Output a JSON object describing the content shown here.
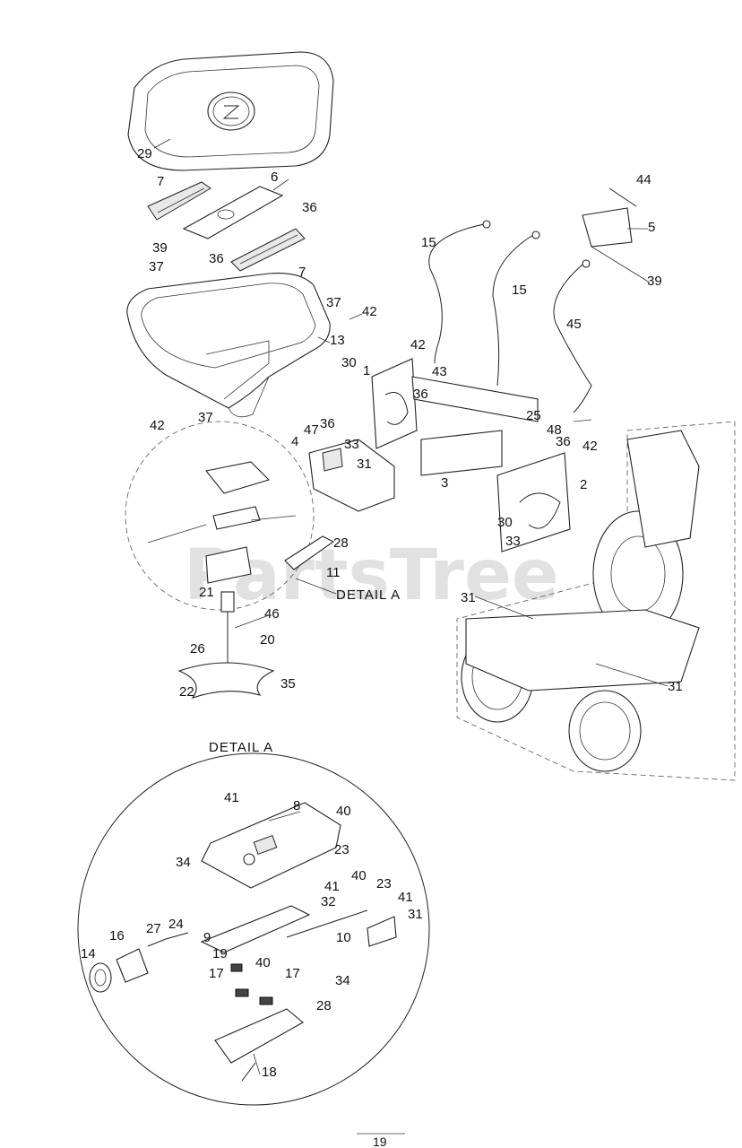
{
  "watermark": "PartsTree",
  "detail_caption": "DETAIL A",
  "detail_title": "DETAIL A",
  "page_number": "19",
  "callouts": [
    {
      "id": "c29",
      "text": "29"
    },
    {
      "id": "c7a",
      "text": "7"
    },
    {
      "id": "c6",
      "text": "6"
    },
    {
      "id": "c36a",
      "text": "36"
    },
    {
      "id": "c36b",
      "text": "36"
    },
    {
      "id": "c7b",
      "text": "7"
    },
    {
      "id": "c39a",
      "text": "39"
    },
    {
      "id": "c37a",
      "text": "37"
    },
    {
      "id": "c37b",
      "text": "37"
    },
    {
      "id": "c42a",
      "text": "42"
    },
    {
      "id": "c13",
      "text": "13"
    },
    {
      "id": "c42b",
      "text": "42"
    },
    {
      "id": "c37c",
      "text": "37"
    },
    {
      "id": "c30a",
      "text": "30"
    },
    {
      "id": "c1",
      "text": "1"
    },
    {
      "id": "c42c",
      "text": "42"
    },
    {
      "id": "c43",
      "text": "43"
    },
    {
      "id": "c36c",
      "text": "36"
    },
    {
      "id": "c36d",
      "text": "36"
    },
    {
      "id": "c47",
      "text": "47"
    },
    {
      "id": "c4",
      "text": "4"
    },
    {
      "id": "c33a",
      "text": "33"
    },
    {
      "id": "c31a",
      "text": "31"
    },
    {
      "id": "c3",
      "text": "3"
    },
    {
      "id": "c25",
      "text": "25"
    },
    {
      "id": "c48",
      "text": "48"
    },
    {
      "id": "c36e",
      "text": "36"
    },
    {
      "id": "c42d",
      "text": "42"
    },
    {
      "id": "c2",
      "text": "2"
    },
    {
      "id": "c30b",
      "text": "30"
    },
    {
      "id": "c33b",
      "text": "33"
    },
    {
      "id": "c15a",
      "text": "15"
    },
    {
      "id": "c15b",
      "text": "15"
    },
    {
      "id": "c45",
      "text": "45"
    },
    {
      "id": "c44",
      "text": "44"
    },
    {
      "id": "c5",
      "text": "5"
    },
    {
      "id": "c39b",
      "text": "39"
    },
    {
      "id": "c28a",
      "text": "28"
    },
    {
      "id": "c11",
      "text": "11"
    },
    {
      "id": "c21",
      "text": "21"
    },
    {
      "id": "c46",
      "text": "46"
    },
    {
      "id": "c26",
      "text": "26"
    },
    {
      "id": "c20",
      "text": "20"
    },
    {
      "id": "c22",
      "text": "22"
    },
    {
      "id": "c35",
      "text": "35"
    },
    {
      "id": "c31b",
      "text": "31"
    },
    {
      "id": "c31c",
      "text": "31"
    },
    {
      "id": "d41a",
      "text": "41"
    },
    {
      "id": "d8",
      "text": "8"
    },
    {
      "id": "d40a",
      "text": "40"
    },
    {
      "id": "d34a",
      "text": "34"
    },
    {
      "id": "d23a",
      "text": "23"
    },
    {
      "id": "d41b",
      "text": "41"
    },
    {
      "id": "d40b",
      "text": "40"
    },
    {
      "id": "d23b",
      "text": "23"
    },
    {
      "id": "d41c",
      "text": "41"
    },
    {
      "id": "d32",
      "text": "32"
    },
    {
      "id": "d31",
      "text": "31"
    },
    {
      "id": "d27",
      "text": "27"
    },
    {
      "id": "d24",
      "text": "24"
    },
    {
      "id": "d16",
      "text": "16"
    },
    {
      "id": "d9",
      "text": "9"
    },
    {
      "id": "d10",
      "text": "10"
    },
    {
      "id": "d14",
      "text": "14"
    },
    {
      "id": "d19",
      "text": "19"
    },
    {
      "id": "d40c",
      "text": "40"
    },
    {
      "id": "d17a",
      "text": "17"
    },
    {
      "id": "d17b",
      "text": "17"
    },
    {
      "id": "d34b",
      "text": "34"
    },
    {
      "id": "d28",
      "text": "28"
    },
    {
      "id": "d18",
      "text": "18"
    }
  ]
}
